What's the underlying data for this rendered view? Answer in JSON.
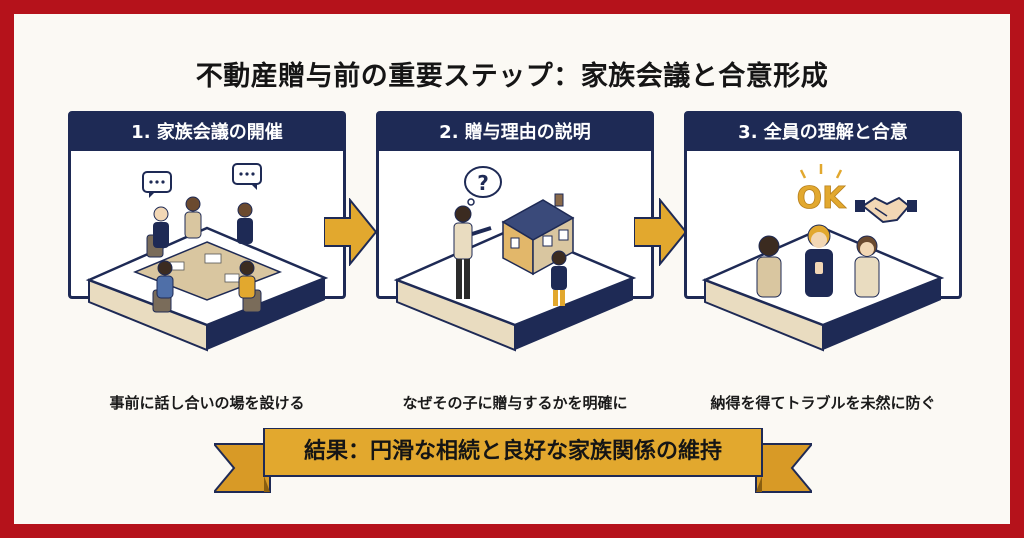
{
  "title": "不動産贈与前の重要ステップ：家族会議と合意形成",
  "steps": [
    {
      "header": "1. 家族会議の開催",
      "caption": "事前に話し合いの場を設ける"
    },
    {
      "header": "2. 贈与理由の説明",
      "caption": "なぜその子に贈与するかを明確に"
    },
    {
      "header": "3. 全員の理解と合意",
      "caption": "納得を得てトラブルを未然に防ぐ"
    }
  ],
  "illustration": {
    "question_mark": "?",
    "ok_text": "OK"
  },
  "result_banner": "結果：円滑な相続と良好な家族関係の維持",
  "colors": {
    "frame": "#b5121b",
    "navy": "#1e2a55",
    "gold": "#e2a82e",
    "beige": "#e9dcc0"
  }
}
